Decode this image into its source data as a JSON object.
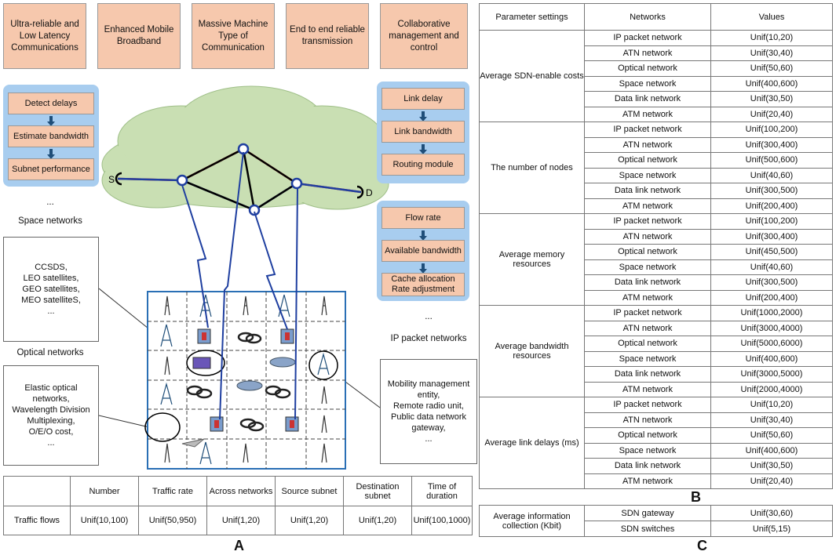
{
  "top_boxes": [
    "Ultra-reliable and Low Latency Communications",
    "Enhanced Mobile Broadband",
    "Massive Machine Type of Communication",
    "End to end reliable transmission",
    "Collaborative management and control"
  ],
  "left_panel": [
    "Detect delays",
    "Estimate bandwidth",
    "Subnet performance"
  ],
  "right_panel1": [
    "Link delay",
    "Link bandwidth",
    "Routing module"
  ],
  "right_panel2": [
    "Flow rate",
    "Available bandwidth",
    "Cache allocation Rate adjustment"
  ],
  "labels": {
    "space_dots": "...",
    "space_networks": "Space networks",
    "optical_networks": "Optical networks",
    "ip_dots": "...",
    "ip_networks": "IP packet networks",
    "node_s": "S",
    "node_d": "D"
  },
  "text_boxes": {
    "space": [
      "CCSDS,",
      "LEO satellites,",
      "GEO satellites,",
      "MEO satelliteS,",
      "..."
    ],
    "optical": [
      "Elastic optical",
      "networks,",
      "Wavelength Division",
      "Multiplexing,",
      "O/E/O cost,",
      "..."
    ],
    "ip": [
      "Mobility management",
      "entity,",
      "Remote radio unit,",
      "Public data network",
      "gateway,",
      "..."
    ]
  },
  "traffic_table": {
    "headers": [
      "",
      "Number",
      "Traffic rate",
      "Across networks",
      "Source subnet",
      "Destination subnet",
      "Time of duration"
    ],
    "row": [
      "Traffic flows",
      "Unif(10,100)",
      "Unif(50,950)",
      "Unif(1,20)",
      "Unif(1,20)",
      "Unif(1,20)",
      "Unif(100,1000)"
    ]
  },
  "param_table": {
    "headers": [
      "Parameter settings",
      "Networks",
      "Values"
    ],
    "groups": [
      {
        "name": "Average SDN-enable costs",
        "rows": [
          [
            "IP packet network",
            "Unif(10,20)"
          ],
          [
            "ATN network",
            "Unif(30,40)"
          ],
          [
            "Optical network",
            "Unif(50,60)"
          ],
          [
            "Space network",
            "Unif(400,600)"
          ],
          [
            "Data link network",
            "Unif(30,50)"
          ],
          [
            "ATM network",
            "Unif(20,40)"
          ]
        ]
      },
      {
        "name": "The number of nodes",
        "rows": [
          [
            "IP packet network",
            "Unif(100,200)"
          ],
          [
            "ATN network",
            "Unif(300,400)"
          ],
          [
            "Optical network",
            "Unif(500,600)"
          ],
          [
            "Space network",
            "Unif(40,60)"
          ],
          [
            "Data link network",
            "Unif(300,500)"
          ],
          [
            "ATM network",
            "Unif(200,400)"
          ]
        ]
      },
      {
        "name": "Average memory resources",
        "rows": [
          [
            "IP packet network",
            "Unif(100,200)"
          ],
          [
            "ATN network",
            "Unif(300,400)"
          ],
          [
            "Optical network",
            "Unif(450,500)"
          ],
          [
            "Space network",
            "Unif(40,60)"
          ],
          [
            "Data link network",
            "Unif(300,500)"
          ],
          [
            "ATM network",
            "Unif(200,400)"
          ]
        ]
      },
      {
        "name": "Average bandwidth resources",
        "rows": [
          [
            "IP packet network",
            "Unif(1000,2000)"
          ],
          [
            "ATN network",
            "Unif(3000,4000)"
          ],
          [
            "Optical network",
            "Unif(5000,6000)"
          ],
          [
            "Space network",
            "Unif(400,600)"
          ],
          [
            "Data link network",
            "Unif(3000,5000)"
          ],
          [
            "ATM network",
            "Unif(2000,4000)"
          ]
        ]
      },
      {
        "name": "Average link delays (ms)",
        "rows": [
          [
            "IP packet network",
            "Unif(10,20)"
          ],
          [
            "ATN network",
            "Unif(30,40)"
          ],
          [
            "Optical network",
            "Unif(50,60)"
          ],
          [
            "Space network",
            "Unif(400,600)"
          ],
          [
            "Data link network",
            "Unif(30,50)"
          ],
          [
            "ATM network",
            "Unif(20,40)"
          ]
        ]
      }
    ]
  },
  "info_table": {
    "name": "Average information collection (Kbit)",
    "rows": [
      [
        "SDN gateway",
        "Unif(30,60)"
      ],
      [
        "SDN switches",
        "Unif(5,15)"
      ]
    ]
  },
  "panel_letters": {
    "a": "A",
    "b": "B",
    "c": "C"
  },
  "colors": {
    "box": "#f6c8ad",
    "panel": "#a8cdef",
    "cloud": "#c9dfb3",
    "red_path": "#e02020",
    "blue_path": "#1f3fa0",
    "grid_border": "#2a6fb5"
  }
}
